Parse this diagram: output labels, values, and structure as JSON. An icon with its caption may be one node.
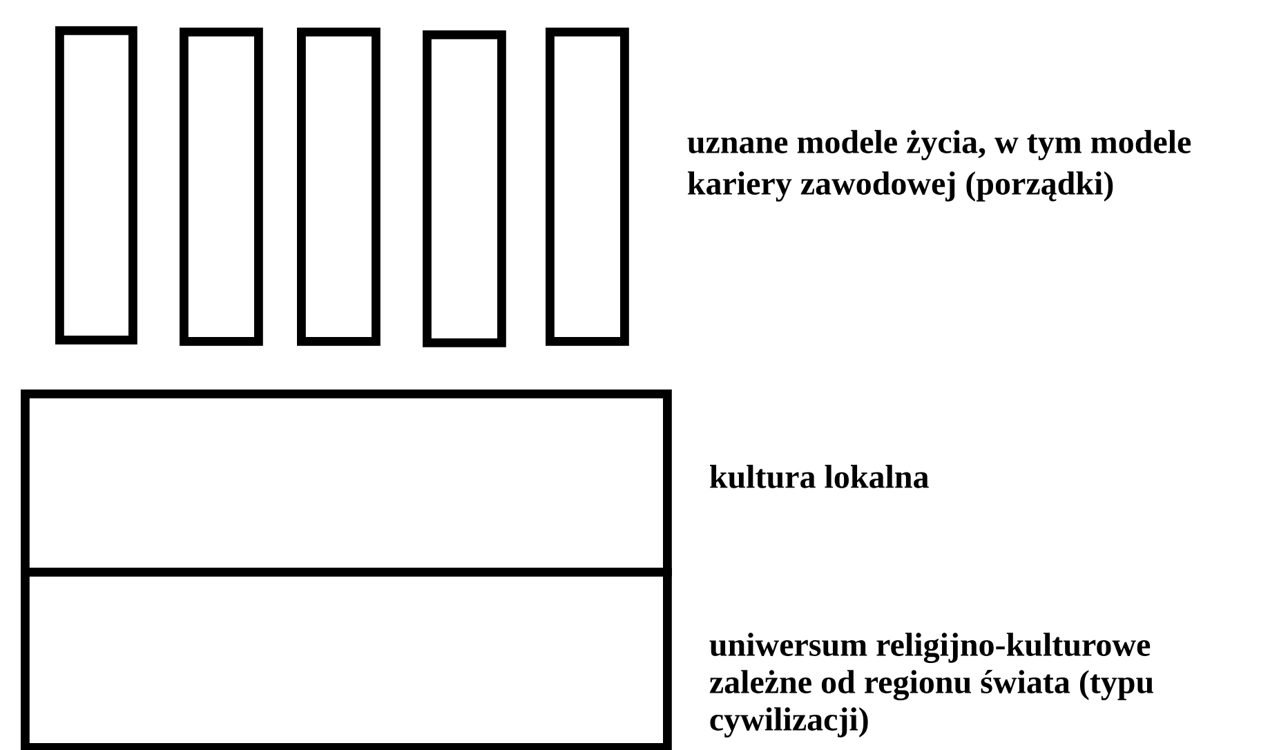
{
  "diagram": {
    "nodes": [
      {
        "text": [],
        "shape": "box"
      },
      {
        "text": [],
        "shape": "box"
      },
      {
        "text": [],
        "shape": "box"
      },
      {
        "text": [],
        "shape": "box"
      },
      {
        "text": [],
        "shape": "box"
      },
      {
        "text": [],
        "shape": "box",
        "beside": [
          "kultura lokalna"
        ]
      },
      {
        "text": [],
        "shape": "box",
        "beside": [
          "uniwersum religijno-kulturowe zależne od regionu świata (typu cywilizacji)"
        ]
      }
    ],
    "labels": [
      "uznane modele życia, w tym modele kariery zawodowej (porządki)"
    ]
  }
}
